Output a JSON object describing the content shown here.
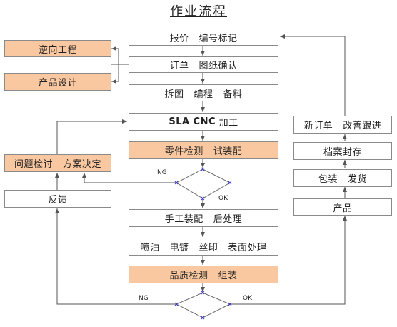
{
  "title": "作业流程",
  "colors": {
    "highlight": "#f9c8a0",
    "line": "#555555",
    "border": "#8a8a8a"
  },
  "boxes": {
    "quote": "报价   编号标记",
    "order": "订单   图纸确认",
    "reverse": "逆向工程",
    "design": "产品设计",
    "split": "拆图   编程   备料",
    "sla_cnc_prefix": "SLA CNC",
    "sla_cnc_suffix": " 加工",
    "inspect_parts": "零件检测   试装配",
    "issue_review": "问题检讨   方案决定",
    "feedback": "反馈",
    "assembly": "手工装配   后处理",
    "finishing": "喷油   电镀   丝印   表面处理",
    "quality": "品质检测   组装",
    "new_order": "新订单   改善跟进",
    "archive": "档案封存",
    "package": "包装   发货",
    "product": "产品"
  },
  "labels": {
    "ng1": "NG",
    "ok1": "OK",
    "ng2": "NG",
    "ok2": "OK"
  }
}
